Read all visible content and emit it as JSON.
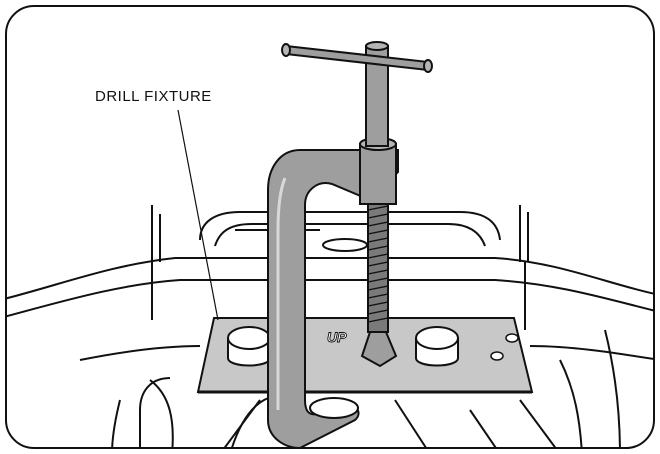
{
  "figure": {
    "callout": "DRILL FIXTURE",
    "stamp": "UP",
    "colors": {
      "line": "#111111",
      "fixture_fill": "#c8c8c8",
      "clamp_fill": "#9e9e9e",
      "clamp_dark": "#7a7a7a",
      "background": "#ffffff"
    },
    "icons": [
      "c-clamp",
      "drill-fixture-plate",
      "engine-part"
    ]
  }
}
